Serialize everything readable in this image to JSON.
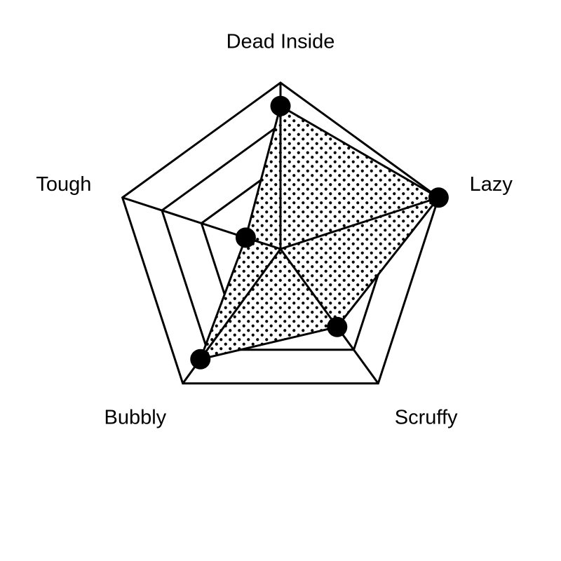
{
  "chart_data": {
    "type": "radar",
    "axes": [
      "Dead Inside",
      "Lazy",
      "Scruffy",
      "Bubbly",
      "Tough"
    ],
    "series": [
      {
        "values": [
          0.86,
          1.0,
          0.58,
          0.82,
          0.22
        ]
      }
    ],
    "range": [
      0,
      1
    ],
    "rings": 4,
    "grid": true,
    "legend": "none",
    "fill_pattern": "dots",
    "colors": {
      "line": "#000000",
      "fill": "#ffffff",
      "dot": "#000000",
      "background": "#ffffff"
    }
  }
}
